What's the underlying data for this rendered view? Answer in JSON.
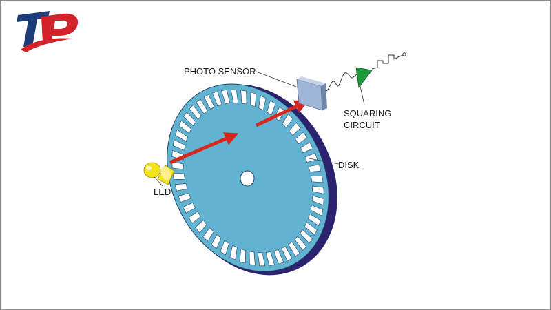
{
  "logo": {
    "text": "TP",
    "colors": {
      "primary": "#1c3d7a",
      "accent": "#d2232a"
    }
  },
  "diagram": {
    "labels": {
      "photo_sensor": "PHOTO SENSOR",
      "squaring_line1": "SQUARING",
      "squaring_line2": "CIRCUIT",
      "disk": "DISK",
      "led": "LED"
    },
    "slot_count": 48,
    "colors": {
      "disk_face": "#62b3d2",
      "disk_rim": "#2b2370",
      "beam": "#d7261e",
      "sensor": "#9fb6d8",
      "amplifier": "#1f9a3a",
      "led": "#f4e21a"
    }
  }
}
